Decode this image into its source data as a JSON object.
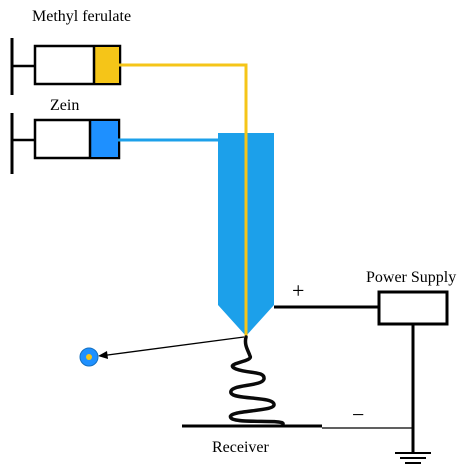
{
  "labels": {
    "methyl_ferulate": "Methyl ferulate",
    "zein": "Zein",
    "power_supply": "Power Supply",
    "receiver": "Receiver",
    "positive": "+",
    "negative": "−"
  },
  "colors": {
    "methyl_ferulate": "#f5c518",
    "zein": "#1e90ff",
    "nozzle": "#1ca0ea",
    "fiber": "#0a0a0a",
    "line": "#000000"
  }
}
